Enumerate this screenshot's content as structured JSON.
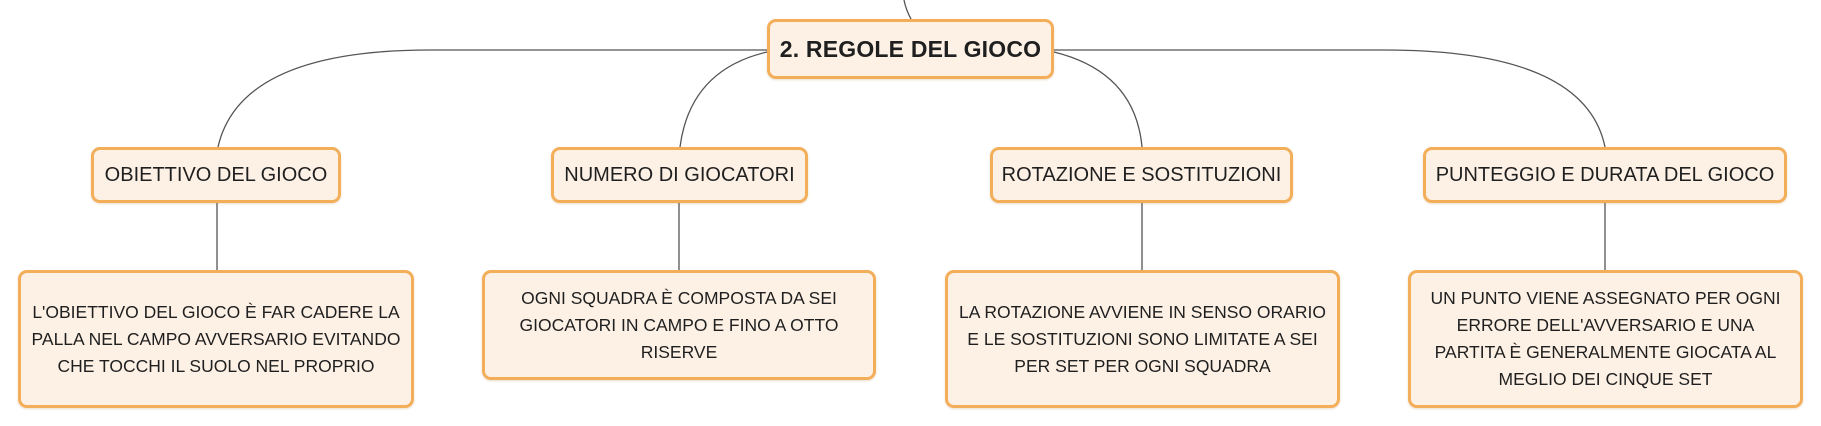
{
  "diagram": {
    "colors": {
      "node_fill": "#fdf1e6",
      "node_border": "#f3ae5a",
      "connector": "#555555",
      "text": "#1f1f1f"
    },
    "root": {
      "label": "2. REGOLE DEL GIOCO"
    },
    "topics": [
      {
        "label": "OBIETTIVO DEL GIOCO",
        "detail": "L'OBIETTIVO DEL GIOCO È FAR CADERE LA PALLA NEL CAMPO AVVERSARIO EVITANDO CHE TOCCHI IL SUOLO NEL PROPRIO"
      },
      {
        "label": "NUMERO DI GIOCATORI",
        "detail": "OGNI SQUADRA È COMPOSTA DA SEI GIOCATORI IN CAMPO E FINO A OTTO RISERVE"
      },
      {
        "label": "ROTAZIONE E SOSTITUZIONI",
        "detail": "LA ROTAZIONE AVVIENE IN SENSO ORARIO E LE SOSTITUZIONI SONO LIMITATE A SEI PER SET PER OGNI SQUADRA"
      },
      {
        "label": "PUNTEGGIO E DURATA DEL GIOCO",
        "detail": "UN PUNTO VIENE ASSEGNATO PER OGNI ERRORE DELL'AVVERSARIO E UNA PARTITA È GENERALMENTE GIOCATA AL MEGLIO DEI CINQUE SET"
      }
    ]
  }
}
